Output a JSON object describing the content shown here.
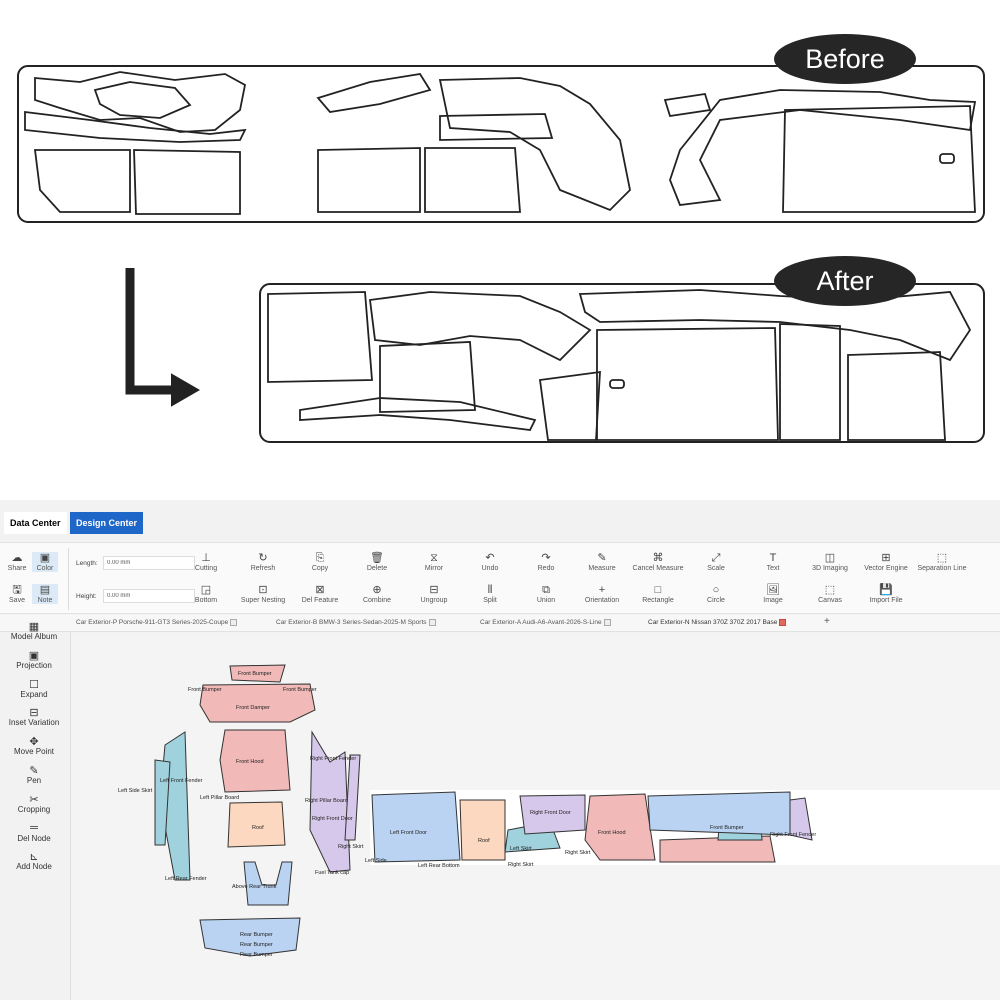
{
  "comparison": {
    "before_label": "Before",
    "after_label": "After"
  },
  "app": {
    "top_tabs": [
      {
        "label": "Data Center",
        "active": false
      },
      {
        "label": "Design Center",
        "active": true
      }
    ],
    "left_tools": [
      {
        "label": "Share",
        "icon": "cloud-share-icon"
      },
      {
        "label": "Color",
        "icon": "color-icon"
      },
      {
        "label": "Save",
        "icon": "save-icon"
      },
      {
        "label": "Note",
        "icon": "note-icon"
      }
    ],
    "length": {
      "label": "Length:",
      "value": "0.00 mm"
    },
    "height": {
      "label": "Height:",
      "value": "0.00 mm"
    },
    "toolbar_row1": [
      "Cutting",
      "Refresh",
      "Copy",
      "Delete",
      "Mirror",
      "Undo",
      "Redo",
      "Measure",
      "Cancel Measure",
      "Scale",
      "Text",
      "3D Imaging",
      "Vector Engine",
      "Separation Line"
    ],
    "toolbar_row2": [
      "Bottom",
      "Super Nesting",
      "Del Feature",
      "Combine",
      "Ungroup",
      "Split",
      "Union",
      "Orientation",
      "Rectangle",
      "Circle",
      "Image",
      "Canvas",
      "Import File"
    ],
    "sidebar": [
      "Model Album",
      "Projection",
      "Expand",
      "Inset Variation",
      "Move Point",
      "Pen",
      "Cropping",
      "Del Node",
      "Add Node"
    ],
    "doc_tabs": [
      "Car Exterior-P Porsche-911-GT3 Series-2025-Coupe",
      "Car Exterior-B BMW-3 Series-Sedan-2025-M Sports",
      "Car Exterior-A Audi-A6-Avant-2026-S-Line",
      "Car Exterior-N Nissan 370Z 370Z 2017 Base"
    ],
    "add_tab": "+",
    "canvas_labels": [
      "Front Bumper",
      "Front Bumper",
      "Front Bumper",
      "Front Damper",
      "Front Hood",
      "Left Front Fender",
      "Right Front Fender",
      "Roof",
      "Left Pillar Board",
      "Right Pillar Board",
      "Left Side Skirt",
      "Right Front Door",
      "Left Rear Fender",
      "Above Rear Trunk",
      "Rear Bumper",
      "Rear Bumper",
      "Rear Bumper",
      "Fuel Tank cap",
      "Left Side",
      "Right Skirt",
      "Right Front Door",
      "Front Hood",
      "Left Front Door",
      "Roof",
      "Left Skirt",
      "Right Skirt",
      "Left Rear Bottom",
      "Right Skirt",
      "Front Bumper",
      "Right Front Fender"
    ],
    "colors": {
      "pink": "#f2b9b9",
      "teal": "#9fd2dc",
      "lavender": "#d6c8ea",
      "peach": "#fbd8bf",
      "blue": "#bad3f2",
      "accent": "#1f66c9",
      "badge": "#262626"
    }
  }
}
